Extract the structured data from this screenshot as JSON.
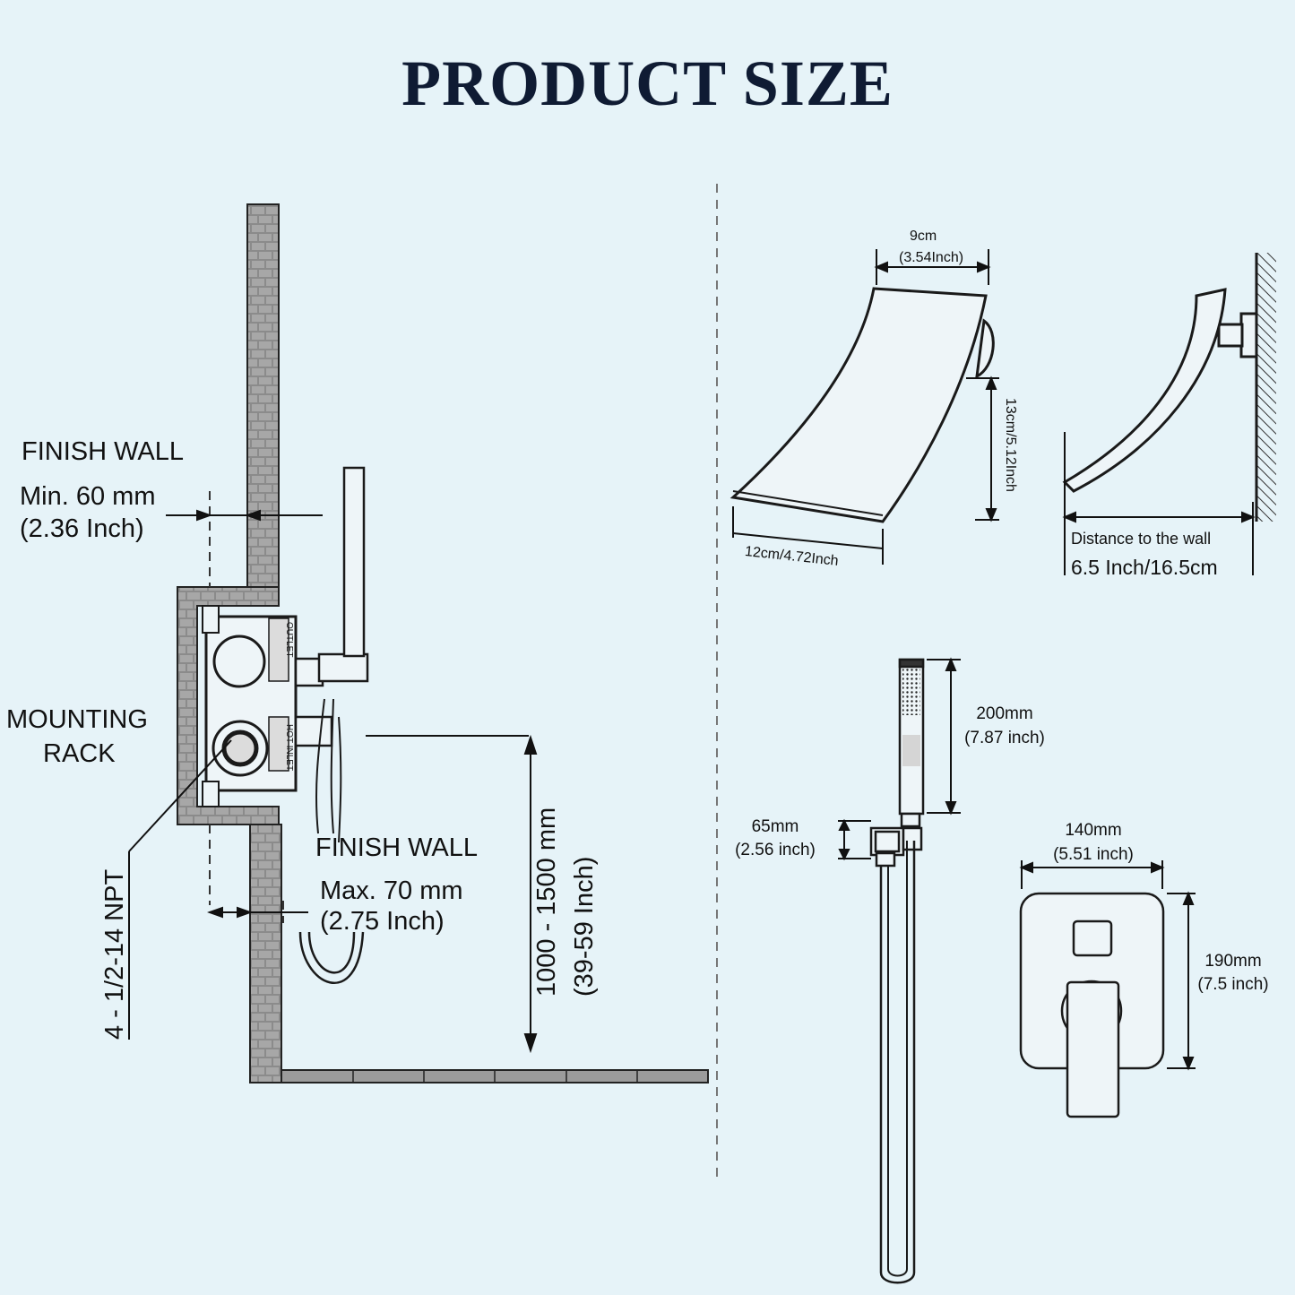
{
  "title": "PRODUCT SIZE",
  "labels": {
    "finish_wall_top": "FINISH   WALL",
    "min_60": "Min. 60 mm",
    "min_60_in": "(2.36 Inch)",
    "mounting_rack_1": "MOUNTING",
    "mounting_rack_2": "RACK",
    "npt": "4 - 1/2-14 NPT",
    "finish_wall_bottom": "FINISH  WALL",
    "max_70": "Max. 70 mm",
    "max_70_in": "(2.75 Inch)",
    "height_range": "1000 - 1500 mm",
    "height_range_in": "(39-59 Inch)",
    "spout_width_cm": "9cm",
    "spout_width_in": "(3.54Inch)",
    "spout_height": "13cm/5.12Inch",
    "spout_length": "12cm/4.72Inch",
    "distance_label": "Distance to the wall",
    "distance_value": "6.5 Inch/16.5cm",
    "handheld_mm": "200mm",
    "handheld_in": "(7.87 inch)",
    "holder_mm": "65mm",
    "holder_in": "(2.56 inch)",
    "plate_w_mm": "140mm",
    "plate_w_in": "(5.51 inch)",
    "plate_h_mm": "190mm",
    "plate_h_in": "(7.5 inch)",
    "valve_mark_1": "OUTLET",
    "valve_mark_2": "HOT INLET"
  },
  "colors": {
    "background": "#e6f3f8",
    "title": "#0f1b33",
    "brick": "#8a8a8a",
    "line": "#1a1a1a"
  }
}
